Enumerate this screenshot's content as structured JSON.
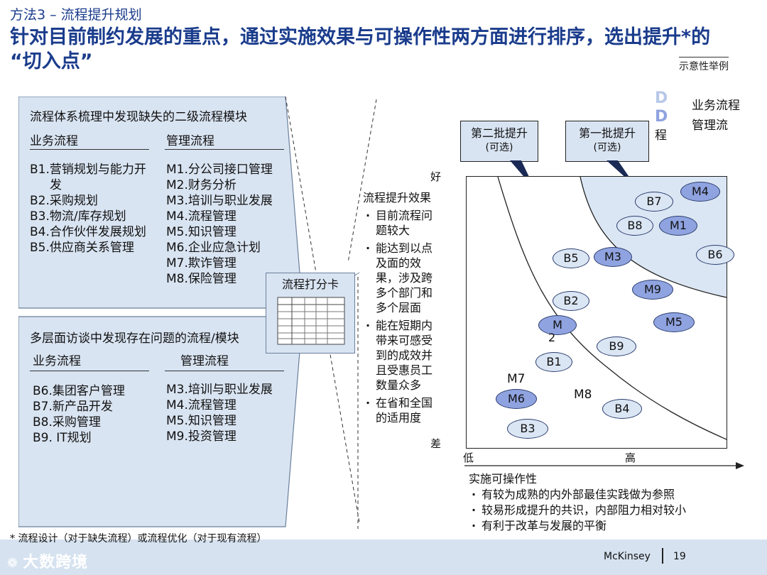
{
  "header": {
    "subtitle": "方法3 – 流程提升规划",
    "title": "针对目前制约发展的重点，通过实施效果与可操作性两方面进行排序，选出提升*的 “切入点”",
    "illustrative": "示意性举例"
  },
  "panel_top": {
    "title": "流程体系梳理中发现缺失的二级流程模块",
    "col1_head": "业务流程",
    "col2_head": "管理流程",
    "col1_items": [
      "B1.营销规划与能力开",
      "发",
      "B2.采购规划",
      "B3.物流/库存规划",
      "B4.合作伙伴发展规划",
      "B5.供应商关系管理"
    ],
    "col2_items": [
      "M1.分公司接口管理",
      "M2.财务分析",
      "M3.培训与职业发展",
      "M4.流程管理",
      "M5.知识管理",
      "M6.企业应急计划",
      "M7.欺诈管理",
      "M8.保险管理"
    ]
  },
  "panel_bottom": {
    "title": "多层面访谈中发现存在问题的流程/模块",
    "col1_head": "业务流程",
    "col2_head": "管理流程",
    "col1_items": [
      "B6.集团客户管理",
      "B7.新产品开发",
      "B8.采购管理",
      "B9. IT规划"
    ],
    "col2_items": [
      "M3.培训与职业发展",
      "M4.流程管理",
      "M5.知识管理",
      "M9.投资管理"
    ]
  },
  "scorecard": {
    "label": "流程打分卡"
  },
  "effect": {
    "heading": "流程提升效果",
    "items": [
      "目前流程问题较大",
      "能达到以点及面的效果，涉及跨多个部门和多个层面",
      "能在短期内带来可感受到的成效并且受惠员工数量众多",
      "在省和全国的适用度"
    ]
  },
  "callouts": {
    "second": [
      "第二批提升",
      "(可选)"
    ],
    "first": [
      "第一批提升",
      "(可选)"
    ]
  },
  "legend": {
    "business": "业务流程",
    "management": "管理流",
    "management_tail": "程",
    "light_glyph": "D",
    "dark_glyph": "D"
  },
  "axes": {
    "y_top": "好",
    "y_bottom": "差",
    "x_low": "低",
    "x_high": "高"
  },
  "points": [
    {
      "label": "M4",
      "dark": true
    },
    {
      "label": "B7",
      "dark": false
    },
    {
      "label": "B8",
      "dark": false
    },
    {
      "label": "M1",
      "dark": true
    },
    {
      "label": "B6",
      "dark": false
    },
    {
      "label": "B5",
      "dark": false
    },
    {
      "label": "M3",
      "dark": true
    },
    {
      "label": "M9",
      "dark": true
    },
    {
      "label": "B2",
      "dark": false
    },
    {
      "label": "M5",
      "dark": true
    },
    {
      "label": "M",
      "dark": true
    },
    {
      "label": "B9",
      "dark": false
    },
    {
      "label": "B1",
      "dark": false
    },
    {
      "label": "M6",
      "dark": true
    },
    {
      "label": "B4",
      "dark": false
    },
    {
      "label": "B3",
      "dark": false
    }
  ],
  "free_labels": {
    "two": "2",
    "m7": "M7",
    "m8": "M8"
  },
  "feasibility": {
    "heading": "实施可操作性",
    "items": [
      "有较为成熟的内外部最佳实践做为参照",
      "较易形成提升的共识，内部阻力相对较小",
      "有利于改革与发展的平衡"
    ]
  },
  "footnote": "* 流程设计（对于缺失流程）或流程优化（对于现有流程）",
  "footer": {
    "brand": "McKinsey",
    "page": "19",
    "watermark": "大数跨境"
  },
  "colors": {
    "title": "#1a3c8c",
    "panel": "#d9e4f2",
    "light_ellipse": "#dbe6f4",
    "dark_ellipse": "#8fa3e0"
  }
}
